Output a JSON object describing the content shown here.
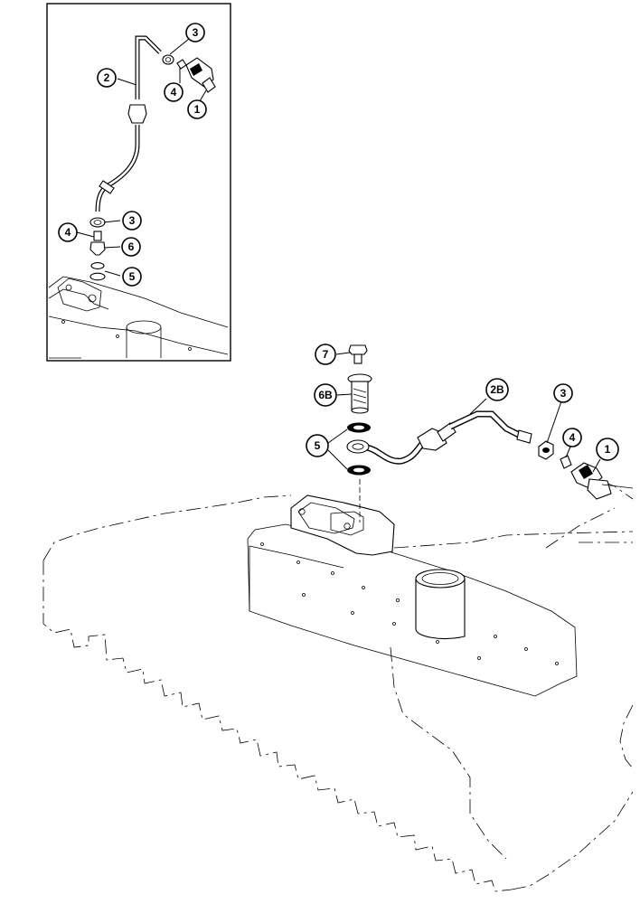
{
  "inset": {
    "callouts": [
      {
        "id": "inset-callout-1",
        "label": "1"
      },
      {
        "id": "inset-callout-2",
        "label": "2"
      },
      {
        "id": "inset-callout-3a",
        "label": "3"
      },
      {
        "id": "inset-callout-4a",
        "label": "4"
      },
      {
        "id": "inset-callout-3b",
        "label": "3"
      },
      {
        "id": "inset-callout-4b",
        "label": "4"
      },
      {
        "id": "inset-callout-6",
        "label": "6"
      },
      {
        "id": "inset-callout-5",
        "label": "5"
      }
    ]
  },
  "main": {
    "callouts": [
      {
        "id": "callout-7",
        "label": "7"
      },
      {
        "id": "callout-6b",
        "label": "6B"
      },
      {
        "id": "callout-2b",
        "label": "2B"
      },
      {
        "id": "callout-3",
        "label": "3"
      },
      {
        "id": "callout-4",
        "label": "4"
      },
      {
        "id": "callout-1",
        "label": "1"
      },
      {
        "id": "callout-5",
        "label": "5"
      }
    ]
  }
}
